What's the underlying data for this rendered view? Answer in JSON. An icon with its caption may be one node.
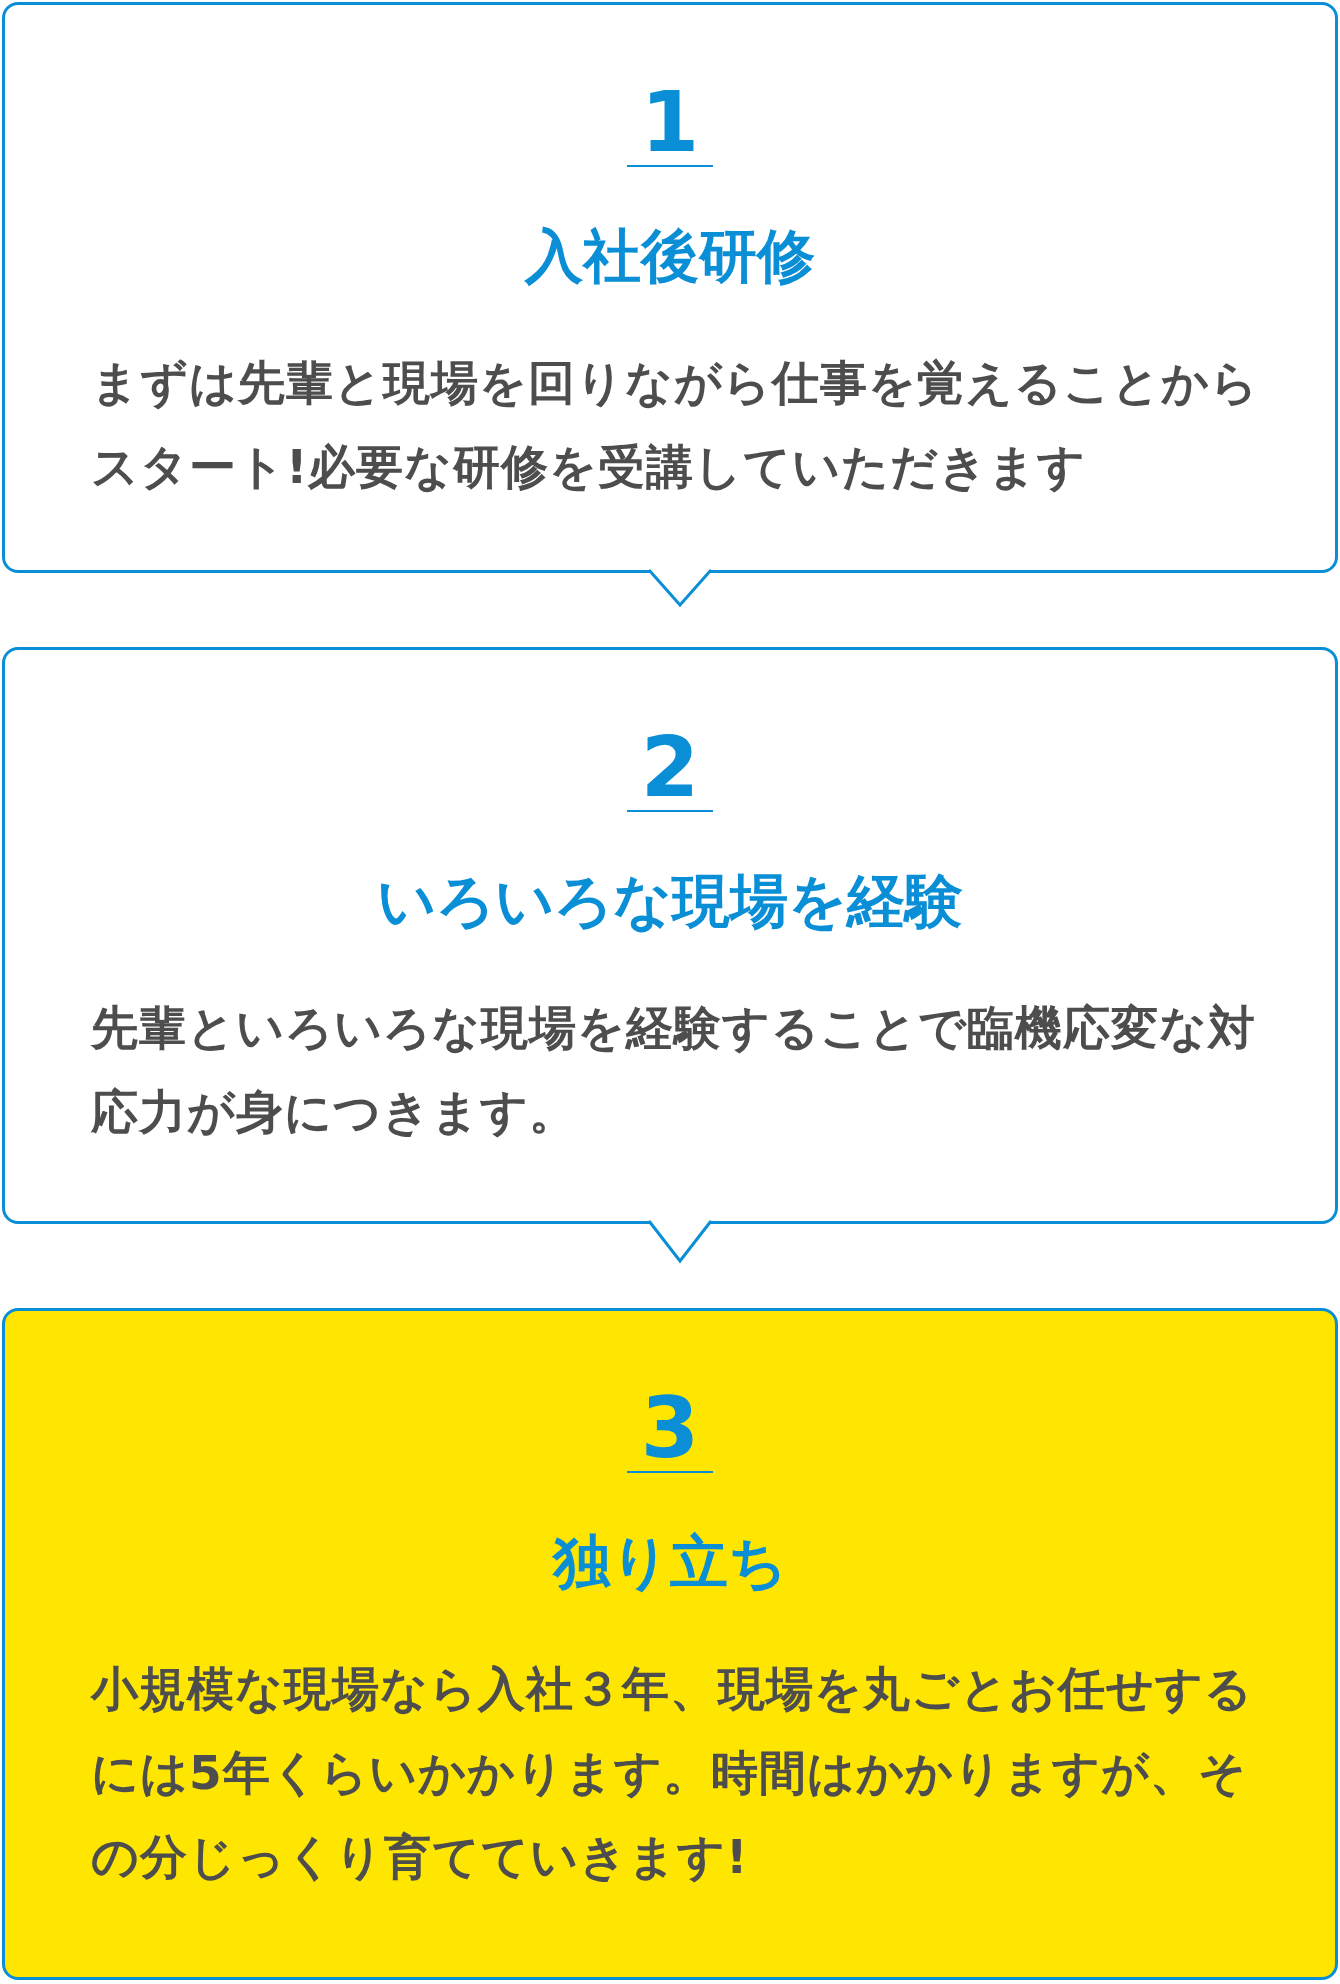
{
  "diagram": {
    "nodes": [
      {
        "text": [
          "1",
          "入社後研修",
          "まずは先輩と現場を回りながら仕事を覚えることからスタート!必要な研修を受講していただきます"
        ]
      },
      {
        "text": [
          "2",
          "いろいろな現場を経験",
          "先輩といろいろな現場を経験することで臨機応変な対応力が身につきます。"
        ]
      },
      {
        "text": [
          "3",
          "独り立ち",
          "小規模な現場なら入社３年、現場を丸ごとお任せするには5年くらいかかります。時間はかかりますが、その分じっくり育てていきます!"
        ]
      }
    ],
    "edges": [
      {
        "from": 0,
        "to": 1,
        "arrow": "to"
      },
      {
        "from": 1,
        "to": 2,
        "arrow": "to"
      }
    ]
  }
}
